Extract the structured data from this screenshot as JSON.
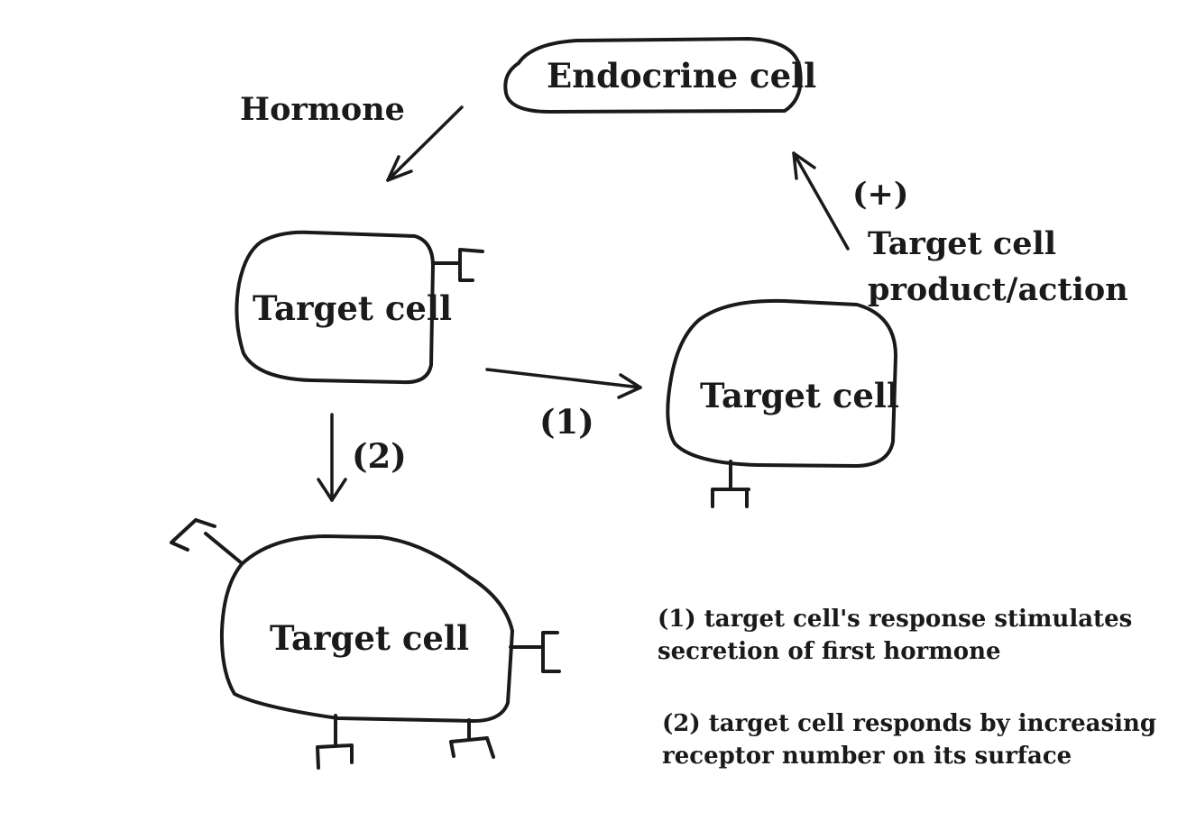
{
  "labels": {
    "endocrine_cell": "Endocrine cell",
    "hormone": "Hormone",
    "plus": "(+)",
    "target_product_line1": "Target cell",
    "target_product_line2": "product/action",
    "target_cell_top": "Target cell",
    "target_cell_right": "Target cell",
    "target_cell_bottom": "Target cell",
    "step_1": "(1)",
    "step_2": "(2)"
  },
  "legend": {
    "note_1_line1": "(1) target cell's response stimulates",
    "note_1_line2": "secretion of first hormone",
    "note_2_line1": "(2) target cell responds by increasing",
    "note_2_line2": "receptor number on its surface"
  },
  "colors": {
    "stroke": "#1a1a1a",
    "background": "#ffffff"
  }
}
